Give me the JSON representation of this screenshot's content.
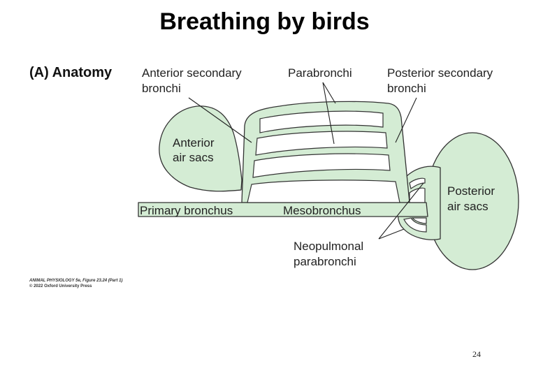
{
  "title": "Breathing by birds",
  "panel_label": "(A)  Anatomy",
  "labels": {
    "anterior_secondary_bronchi_1": "Anterior secondary",
    "anterior_secondary_bronchi_2": "bronchi",
    "parabronchi": "Parabronchi",
    "posterior_secondary_bronchi_1": "Posterior secondary",
    "posterior_secondary_bronchi_2": "bronchi",
    "anterior_air_sacs_1": "Anterior",
    "anterior_air_sacs_2": "air sacs",
    "posterior_air_sacs_1": "Posterior",
    "posterior_air_sacs_2": "air sacs",
    "primary_bronchus": "Primary bronchus",
    "mesobronchus": "Mesobronchus",
    "neopulmonal_1": "Neopulmonal",
    "neopulmonal_2": "parabronchi"
  },
  "credit": {
    "line1": "ANIMAL PHYSIOLOGY 5e, Figure 23.24 (Part 1)",
    "line2": "© 2022 Oxford University Press"
  },
  "page_number": "24",
  "colors": {
    "tissue_fill": "#d4ecd4",
    "outline": "#333333",
    "leader": "#222222"
  }
}
